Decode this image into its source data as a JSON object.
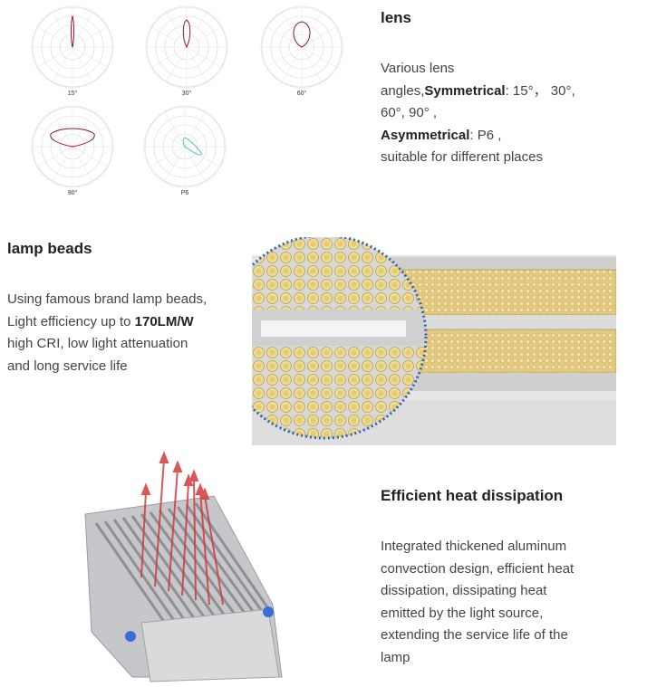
{
  "lens": {
    "heading": "lens",
    "line1": "Various lens",
    "line2_prefix": "angles,",
    "line2_bold": "Symmetrical",
    "line2_rest": ": 15°， 30°,",
    "line3": "60°, 90° ,",
    "line4_bold": "Asymmetrical",
    "line4_rest": ":   P6 ,",
    "line5": "suitable for different places",
    "diagrams": [
      {
        "label": "15°",
        "color": "#8b1a2a"
      },
      {
        "label": "30°",
        "color": "#8b1a2a"
      },
      {
        "label": "60°",
        "color": "#8b1a2a"
      },
      {
        "label": "90°",
        "color": "#8b1a2a"
      },
      {
        "label": "P6",
        "color": "#5fc7b2"
      }
    ]
  },
  "beads": {
    "heading": "lamp beads",
    "line1": "Using famous brand lamp beads,",
    "line2_prefix": "Light efficiency up to ",
    "line2_bold": "170LM/W",
    "line3": "high CRI, low light attenuation",
    "line4": "and long service life"
  },
  "heat": {
    "heading": "Efficient heat dissipation",
    "line1": "Integrated thickened aluminum",
    "line2": "convection design, efficient heat",
    "line3": "dissipation, dissipating heat",
    "line4": "emitted by the light source,",
    "line5": "extending the service life of the",
    "line6": "lamp"
  }
}
